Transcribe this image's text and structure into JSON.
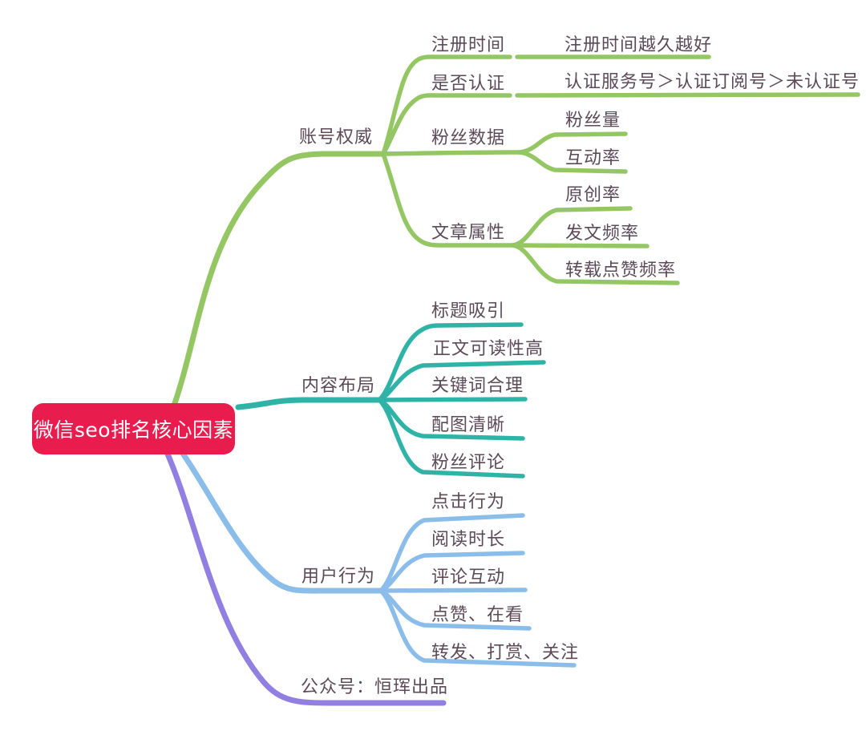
{
  "colors": {
    "root_bg": "#e91c4e",
    "root_text": "#ffffff",
    "label_text": "#5c4a57",
    "branch_green": "#94c763",
    "branch_teal": "#2fb3a7",
    "branch_blue": "#8abde9",
    "branch_purple": "#9180e2",
    "background": "#ffffff"
  },
  "mindmap": {
    "root": {
      "label": "微信seo排名核心因素"
    },
    "branches": [
      {
        "label": "账号权威",
        "color": "#94c763",
        "children": [
          {
            "label": "注册时间",
            "children": [
              {
                "label": "注册时间越久越好"
              }
            ]
          },
          {
            "label": "是否认证",
            "children": [
              {
                "label": "认证服务号＞认证订阅号＞未认证号"
              }
            ]
          },
          {
            "label": "粉丝数据",
            "children": [
              {
                "label": "粉丝量"
              },
              {
                "label": "互动率"
              }
            ]
          },
          {
            "label": "文章属性",
            "children": [
              {
                "label": "原创率"
              },
              {
                "label": "发文频率"
              },
              {
                "label": "转载点赞频率"
              }
            ]
          }
        ]
      },
      {
        "label": "内容布局",
        "color": "#2fb3a7",
        "children": [
          {
            "label": "标题吸引"
          },
          {
            "label": "正文可读性高"
          },
          {
            "label": "关键词合理"
          },
          {
            "label": "配图清晰"
          },
          {
            "label": "粉丝评论"
          }
        ]
      },
      {
        "label": "用户行为",
        "color": "#8abde9",
        "children": [
          {
            "label": "点击行为"
          },
          {
            "label": "阅读时长"
          },
          {
            "label": "评论互动"
          },
          {
            "label": "点赞、在看"
          },
          {
            "label": "转发、打赏、关注"
          }
        ]
      },
      {
        "label": "公众号：恒珲出品",
        "color": "#9180e2",
        "children": []
      }
    ]
  }
}
